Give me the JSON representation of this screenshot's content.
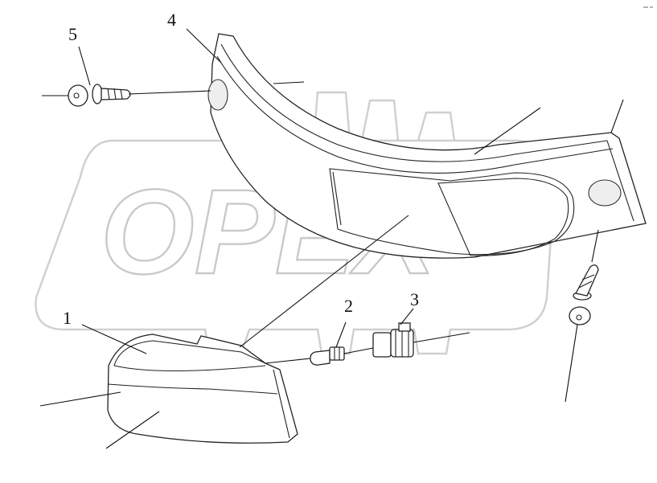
{
  "diagram": {
    "watermark": "OPEX",
    "callouts": [
      {
        "id": "callout-1",
        "text": "1"
      },
      {
        "id": "callout-2",
        "text": "2"
      },
      {
        "id": "callout-3",
        "text": "3"
      },
      {
        "id": "callout-4",
        "text": "4"
      },
      {
        "id": "callout-5",
        "text": "5"
      }
    ],
    "parts": [
      {
        "name": "lamp-housing",
        "callout": "1"
      },
      {
        "name": "bulb",
        "callout": "2"
      },
      {
        "name": "bulb-socket",
        "callout": "3"
      },
      {
        "name": "fender-bracket",
        "callout": "4"
      },
      {
        "name": "screw",
        "callout": "5"
      }
    ]
  }
}
